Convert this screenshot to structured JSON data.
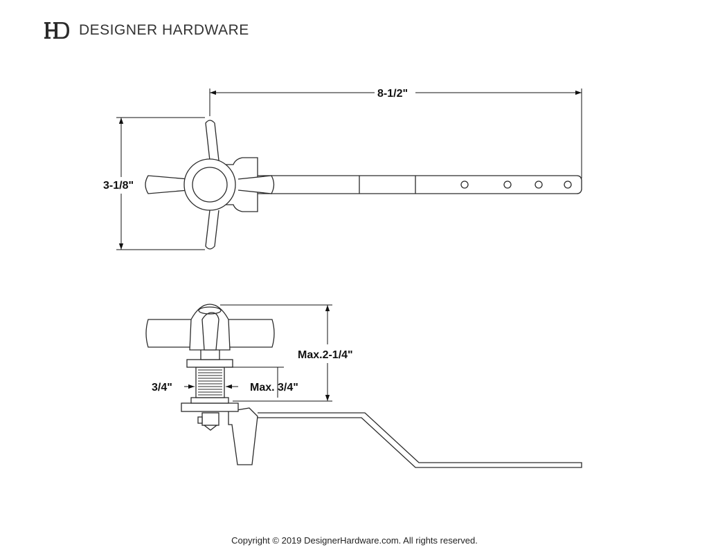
{
  "brand": {
    "name": "DESIGNER HARDWARE",
    "logo_icon": "hd-monogram-logo-icon"
  },
  "dimensions": {
    "overall_length": "8-1/2\"",
    "handle_height": "3-1/8\"",
    "max_height": "Max.2-1/4\"",
    "thread_diameter": "3/4\"",
    "max_thread_length": "Max. 3/4\""
  },
  "footer": {
    "copyright": "Copyright © 2019 DesignerHardware.com. All rights reserved."
  },
  "colors": {
    "line": "#2a2a2a",
    "text": "#111111"
  }
}
